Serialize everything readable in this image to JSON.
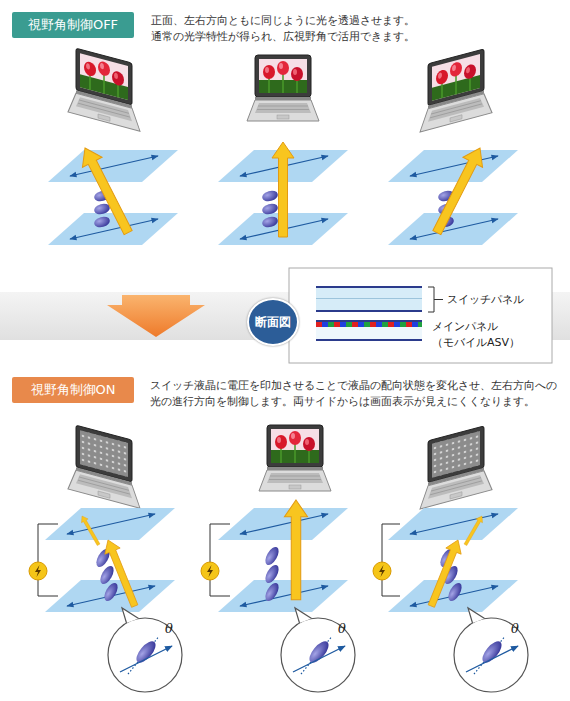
{
  "diagram": {
    "nodes": [
      {
        "text": [
          "視野角制御OFF"
        ]
      },
      {
        "text": [
          "断面図"
        ]
      },
      {
        "text": [
          "スイッチパネル",
          "メインパネル （モバイルASV）"
        ]
      },
      {
        "text": [
          "視野角制御ON"
        ]
      },
      {
        "text": [
          "θ"
        ]
      },
      {
        "text": [
          "θ"
        ]
      },
      {
        "text": [
          "θ"
        ]
      }
    ],
    "labels": [
      "正面、左右方向ともに同じように光を透過させます。 通常の光学特性が得られ、広視野角で活用できます。",
      "スイッチ液晶に電圧を印加させることで液晶の配向状態を変化させ、左右方向への 光の進行方向を制御します。両サイドからは画面表示が見えにくくなります。"
    ]
  }
}
